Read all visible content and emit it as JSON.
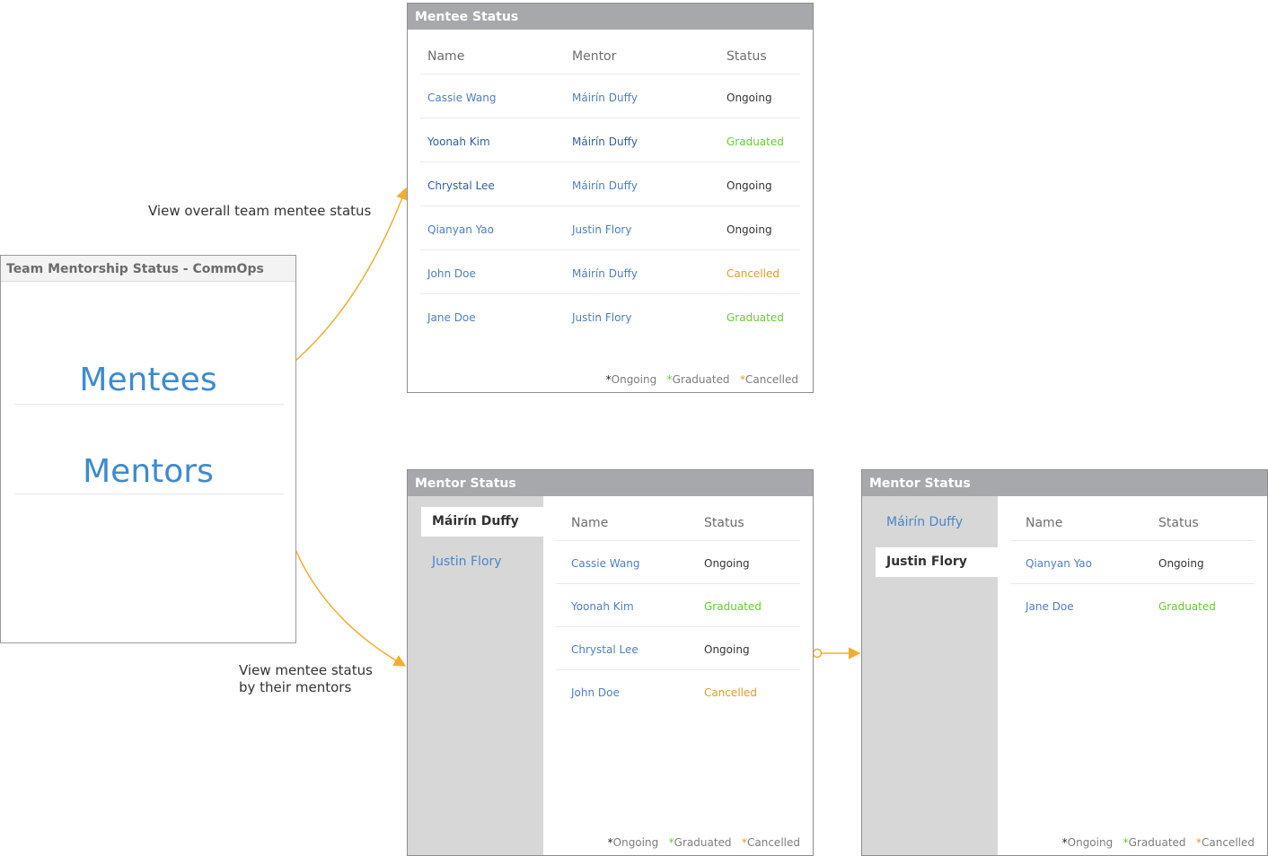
{
  "annotations": {
    "overall": "View overall team mentee status",
    "by_mentor_line1": "View mentee status",
    "by_mentor_line2": "by their mentors"
  },
  "main_panel": {
    "title": "Team Mentorship Status - CommOps",
    "mentees_link": "Mentees",
    "mentors_link": "Mentors"
  },
  "mentee_status": {
    "title": "Mentee Status",
    "headers": {
      "name": "Name",
      "mentor": "Mentor",
      "status": "Status"
    },
    "rows": [
      {
        "name": "Cassie Wang",
        "mentor": "Máirín Duffy",
        "status": "Ongoing"
      },
      {
        "name": "Yoonah Kim",
        "mentor": "Máirín Duffy",
        "status": "Graduated"
      },
      {
        "name": "Chrystal Lee",
        "mentor": "Máirín Duffy",
        "status": "Ongoing"
      },
      {
        "name": "Qianyan Yao",
        "mentor": "Justin Flory",
        "status": "Ongoing"
      },
      {
        "name": "John Doe",
        "mentor": "Máirín Duffy",
        "status": "Cancelled"
      },
      {
        "name": "Jane Doe",
        "mentor": "Justin Flory",
        "status": "Graduated"
      }
    ]
  },
  "legend": {
    "star": "*",
    "ongoing": "Ongoing",
    "graduated": "Graduated",
    "cancelled": "Cancelled"
  },
  "mentor_status_a": {
    "title": "Mentor Status",
    "mentors": [
      "Máirín Duffy",
      "Justin Flory"
    ],
    "active": "Máirín Duffy",
    "headers": {
      "name": "Name",
      "status": "Status"
    },
    "rows": [
      {
        "name": "Cassie Wang",
        "status": "Ongoing"
      },
      {
        "name": "Yoonah Kim",
        "status": "Graduated"
      },
      {
        "name": "Chrystal Lee",
        "status": "Ongoing"
      },
      {
        "name": "John Doe",
        "status": "Cancelled"
      }
    ]
  },
  "mentor_status_b": {
    "title": "Mentor Status",
    "mentors": [
      "Máirín Duffy",
      "Justin Flory"
    ],
    "active": "Justin Flory",
    "headers": {
      "name": "Name",
      "status": "Status"
    },
    "rows": [
      {
        "name": "Qianyan Yao",
        "status": "Ongoing"
      },
      {
        "name": "Jane Doe",
        "status": "Graduated"
      }
    ]
  },
  "colors": {
    "header_gray": "#a7a8ac",
    "link_blue": "#4f7fc0",
    "big_link_blue": "#3d8bd0",
    "graduated_green": "#66cc33",
    "cancelled_orange": "#e49a2a",
    "arrow_orange": "#f2ad2f",
    "sidebar_gray": "#d7d7d8"
  }
}
